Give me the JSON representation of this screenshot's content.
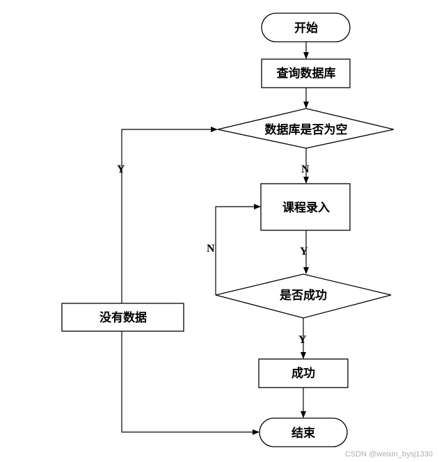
{
  "nodes": {
    "start": "开始",
    "query_db": "查询数据库",
    "db_empty": "数据库是否为空",
    "course_entry": "课程录入",
    "is_success": "是否成功",
    "no_data": "没有数据",
    "success": "成功",
    "end": "结束"
  },
  "edge_labels": {
    "empty_yes": "Y",
    "empty_no": "N",
    "entry_yes": "Y",
    "retry_no": "N",
    "success_yes": "Y"
  },
  "watermark": "CSDN @weixin_bysj1330",
  "colors": {
    "stroke": "#000000",
    "fill": "#ffffff",
    "watermark": "#b0b0b0"
  }
}
